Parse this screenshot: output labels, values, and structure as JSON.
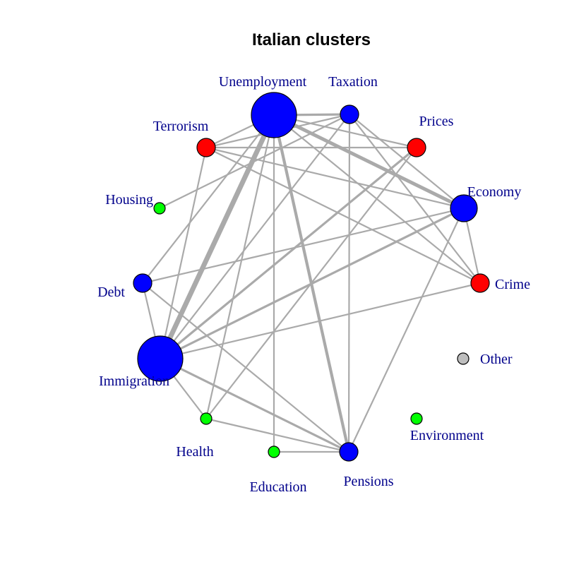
{
  "title": "Italian clusters",
  "colors": {
    "blue": "#0000ff",
    "red": "#ff0000",
    "green": "#00ff00",
    "gray": "#bebebe",
    "edge": "#aaaaaa",
    "label": "#00008b"
  },
  "nodes": [
    {
      "id": "unemployment",
      "label": "Unemployment",
      "color": "blue",
      "size": "xl"
    },
    {
      "id": "taxation",
      "label": "Taxation",
      "color": "blue",
      "size": "m"
    },
    {
      "id": "prices",
      "label": "Prices",
      "color": "red",
      "size": "m"
    },
    {
      "id": "economy",
      "label": "Economy",
      "color": "blue",
      "size": "l"
    },
    {
      "id": "crime",
      "label": "Crime",
      "color": "red",
      "size": "m"
    },
    {
      "id": "other",
      "label": "Other",
      "color": "gray",
      "size": "s"
    },
    {
      "id": "environment",
      "label": "Environment",
      "color": "green",
      "size": "s"
    },
    {
      "id": "pensions",
      "label": "Pensions",
      "color": "blue",
      "size": "m"
    },
    {
      "id": "education",
      "label": "Education",
      "color": "green",
      "size": "s"
    },
    {
      "id": "health",
      "label": "Health",
      "color": "green",
      "size": "s"
    },
    {
      "id": "immigration",
      "label": "Immigration",
      "color": "blue",
      "size": "xl"
    },
    {
      "id": "debt",
      "label": "Debt",
      "color": "blue",
      "size": "m"
    },
    {
      "id": "housing",
      "label": "Housing",
      "color": "green",
      "size": "s"
    },
    {
      "id": "terrorism",
      "label": "Terrorism",
      "color": "red",
      "size": "m"
    }
  ],
  "edges": [
    {
      "from": "unemployment",
      "to": "immigration",
      "weight": 7
    },
    {
      "from": "unemployment",
      "to": "pensions",
      "weight": 4
    },
    {
      "from": "unemployment",
      "to": "economy",
      "weight": 5
    },
    {
      "from": "unemployment",
      "to": "taxation",
      "weight": 3
    },
    {
      "from": "unemployment",
      "to": "terrorism",
      "weight": 2
    },
    {
      "from": "unemployment",
      "to": "prices",
      "weight": 2
    },
    {
      "from": "unemployment",
      "to": "crime",
      "weight": 2
    },
    {
      "from": "unemployment",
      "to": "debt",
      "weight": 2
    },
    {
      "from": "unemployment",
      "to": "education",
      "weight": 2
    },
    {
      "from": "unemployment",
      "to": "health",
      "weight": 2
    },
    {
      "from": "taxation",
      "to": "immigration",
      "weight": 2
    },
    {
      "from": "taxation",
      "to": "pensions",
      "weight": 2
    },
    {
      "from": "taxation",
      "to": "economy",
      "weight": 2
    },
    {
      "from": "taxation",
      "to": "terrorism",
      "weight": 2
    },
    {
      "from": "taxation",
      "to": "crime",
      "weight": 2
    },
    {
      "from": "prices",
      "to": "immigration",
      "weight": 3
    },
    {
      "from": "prices",
      "to": "health",
      "weight": 2
    },
    {
      "from": "prices",
      "to": "terrorism",
      "weight": 2
    },
    {
      "from": "economy",
      "to": "immigration",
      "weight": 3
    },
    {
      "from": "economy",
      "to": "debt",
      "weight": 2
    },
    {
      "from": "economy",
      "to": "pensions",
      "weight": 2
    },
    {
      "from": "economy",
      "to": "terrorism",
      "weight": 2
    },
    {
      "from": "economy",
      "to": "crime",
      "weight": 2
    },
    {
      "from": "crime",
      "to": "immigration",
      "weight": 2
    },
    {
      "from": "crime",
      "to": "terrorism",
      "weight": 2
    },
    {
      "from": "immigration",
      "to": "terrorism",
      "weight": 2
    },
    {
      "from": "immigration",
      "to": "debt",
      "weight": 2
    },
    {
      "from": "immigration",
      "to": "pensions",
      "weight": 3
    },
    {
      "from": "immigration",
      "to": "health",
      "weight": 2
    },
    {
      "from": "debt",
      "to": "pensions",
      "weight": 2
    },
    {
      "from": "health",
      "to": "pensions",
      "weight": 2
    },
    {
      "from": "education",
      "to": "pensions",
      "weight": 2
    },
    {
      "from": "housing",
      "to": "taxation",
      "weight": 2
    }
  ]
}
